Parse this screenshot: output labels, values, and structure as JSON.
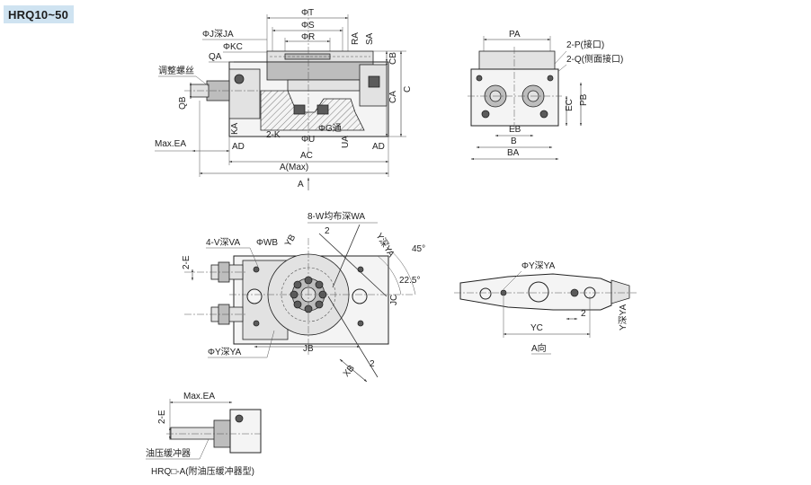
{
  "title": "HRQ10~50",
  "front_view": {
    "top_labels": [
      "ΦT",
      "ΦS",
      "ΦR"
    ],
    "left_labels": [
      "ΦJ深JA",
      "ΦKC",
      "QA",
      "调整螺丝",
      "QB",
      "Max.EA",
      "KA",
      "AD"
    ],
    "right_labels": [
      "RA",
      "SA",
      "CB",
      "CA",
      "C",
      "AD"
    ],
    "bottom_labels": [
      "2-K",
      "ΦG通",
      "ΦU",
      "UA",
      "AC",
      "A(Max)"
    ],
    "view_marker": "A"
  },
  "side_view": {
    "labels": [
      "PA",
      "2-P(接口)",
      "2-Q(侧面接口)",
      "EC",
      "PB",
      "EB",
      "B",
      "BA"
    ]
  },
  "plan_view": {
    "labels": [
      "8-W均布深WA",
      "4-V深VA",
      "ΦWB",
      "2",
      "YB",
      "Y深YA",
      "45°",
      "2-E",
      "JC",
      "22.5°",
      "JB",
      "ΦY深YA",
      "2",
      "XB"
    ]
  },
  "arrow_view": {
    "labels": [
      "ΦY深YA",
      "2",
      "YC",
      "Y深YA"
    ],
    "caption": "A向"
  },
  "option_view": {
    "labels": [
      "Max.EA",
      "2-E",
      "油压缓冲器"
    ],
    "caption": "HRQ□-A(附油压缓冲器型)"
  }
}
